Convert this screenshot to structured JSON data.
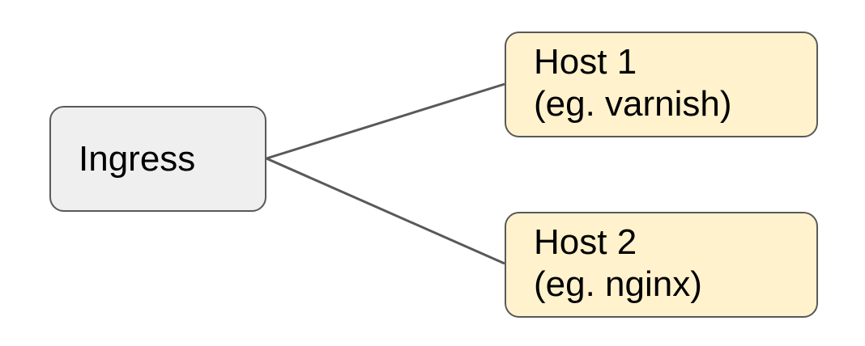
{
  "nodes": {
    "ingress": {
      "label": "Ingress"
    },
    "host1": {
      "line1": "Host 1",
      "line2": "(eg. varnish)"
    },
    "host2": {
      "line1": "Host 2",
      "line2": "(eg. nginx)"
    }
  },
  "edges": [
    {
      "from": "ingress",
      "to": "host1"
    },
    {
      "from": "ingress",
      "to": "host2"
    }
  ],
  "colors": {
    "ingress_fill": "#efefef",
    "host_fill": "#fff2cc",
    "border": "#595959",
    "edge": "#595959"
  }
}
